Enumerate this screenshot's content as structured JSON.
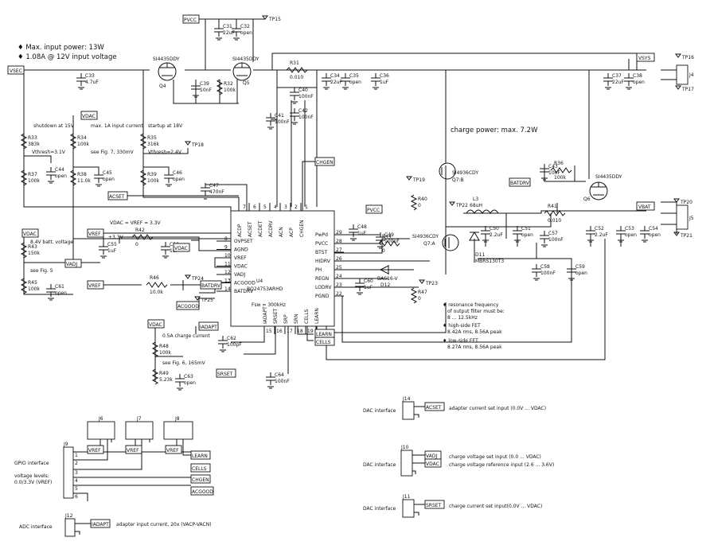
{
  "notes": {
    "input_power": "♦ Max. input power: 13W",
    "input_current": "♦ 1.08A @ 12V input voltage",
    "charge_power": "charge power: max. 7.2W",
    "shutdown": "shutdown at 15V",
    "vthresh1": "Vthresh=3.1V",
    "max_input_current": "max. 1A input current",
    "see_fig7": "see Fig. 7, 330mV",
    "startup": "startup at 18V",
    "vthresh2": "Vthresh=2.4V",
    "batt_voltage": "8.4V batt. voltage",
    "see_fig5": "see Fig. 5",
    "vdac_vref": "VDAC = VREF = 3.3V",
    "v33": "+3.3V",
    "fsw": "Fsw = 300kHz",
    "charge_current": "0.5A charge current",
    "see_fig6": "see Fig. 6, 165mV",
    "resonance1": "♦ resonance frequency",
    "resonance2": "of output filter must be:",
    "resonance3": "8 ... 12.5kHz",
    "hsfet1": "♦ high-side FET",
    "hsfet2": "8.42A rms, 8.56A peak",
    "lsfet1": "♦ low-side FET",
    "lsfet2": "8.27A rms, 8.56A peak",
    "gpio_interface": "GPIO interface",
    "voltage_levels1": "voltage levels:",
    "voltage_levels2": "0.0/3.3V (VREF)",
    "adc_interface": "ADC interface",
    "adc_desc": "adapter input current, 20x (VACP-VACN)",
    "dac1": "DAC interface",
    "dac1_desc": "adapter current set input (0.0V ... VDAC)",
    "dac2": "DAC interface",
    "dac2_desc1": "charge voltage set input (0.0 ... VDAC)",
    "dac2_desc2": "charge voltage reference input (2.6 ... 3.6V)",
    "dac3": "DAC interface",
    "dac3_desc": "charge current set input(0.0V ... VDAC)"
  },
  "ic": {
    "ref": "U4",
    "part": "BQ24753ARHD",
    "pins_left": [
      {
        "num": "8",
        "name": "OVPSET"
      },
      {
        "num": "9",
        "name": "AGND"
      },
      {
        "num": "10",
        "name": "VREF"
      },
      {
        "num": "11",
        "name": "VDAC"
      },
      {
        "num": "12",
        "name": "VADJ"
      },
      {
        "num": "13",
        "name": "ACGOOD"
      },
      {
        "num": "14",
        "name": "BATDRV"
      }
    ],
    "pins_top": [
      {
        "num": "7",
        "name": "ACDP"
      },
      {
        "num": "6",
        "name": "ACSET"
      },
      {
        "num": "5",
        "name": "ACDET"
      },
      {
        "num": "4",
        "name": "ACDRV"
      },
      {
        "num": "3",
        "name": "ACN"
      },
      {
        "num": "2",
        "name": "ACP"
      },
      {
        "num": "1",
        "name": "CHGEN"
      }
    ],
    "pins_right": [
      {
        "num": "29",
        "name": "PwPd"
      },
      {
        "num": "28",
        "name": "PVCC"
      },
      {
        "num": "27",
        "name": "BTST"
      },
      {
        "num": "26",
        "name": "HIDRV"
      },
      {
        "num": "25",
        "name": "PH"
      },
      {
        "num": "24",
        "name": "REGN"
      },
      {
        "num": "23",
        "name": "LODRV"
      },
      {
        "num": "22",
        "name": "PGND"
      }
    ],
    "pins_bottom": [
      {
        "num": "15",
        "name": "IADAPT"
      },
      {
        "num": "16",
        "name": "SRSET"
      },
      {
        "num": "17",
        "name": "SRP"
      },
      {
        "num": "18",
        "name": "SRN"
      },
      {
        "num": "19",
        "name": "CELLS"
      },
      {
        "num": "20",
        "name": "LEARN"
      },
      {
        "num": "21",
        "name": ""
      }
    ]
  },
  "nets": {
    "vsec": "VSEC",
    "pvcc": "PVCC",
    "vsys": "VSYS",
    "vdac": "VDAC",
    "vref": "VREF",
    "acset": "ACSET",
    "chgen": "CHGEN",
    "batdrv": "BATDRV",
    "acgood": "ACGOOD",
    "vadj": "VADJ",
    "iadapt": "IADAPT",
    "srset": "SRSET",
    "learn": "LEARN",
    "cells": "CELLS",
    "vbat": "VBAT"
  },
  "testpoints": [
    "TP15",
    "TP16",
    "TP17",
    "TP18",
    "TP19",
    "TP20",
    "TP21",
    "TP22",
    "TP23",
    "TP24",
    "TP25"
  ],
  "mosfets": [
    {
      "ref": "Q4",
      "part": "SI4435DDY"
    },
    {
      "ref": "Q5",
      "part": "SI4435DDY"
    },
    {
      "ref": "Q6",
      "part": "SI4435DDY"
    },
    {
      "ref": "Q7:B",
      "part": "SI4936CDY"
    },
    {
      "ref": "Q7:A",
      "part": "SI4936CDY"
    }
  ],
  "resistors": [
    {
      "ref": "R31",
      "value": "0.010"
    },
    {
      "ref": "R32",
      "value": "100k"
    },
    {
      "ref": "R33",
      "value": "383k"
    },
    {
      "ref": "R34",
      "value": "100k"
    },
    {
      "ref": "R35",
      "value": "316k"
    },
    {
      "ref": "R36",
      "value": "100k"
    },
    {
      "ref": "R37",
      "value": "100k"
    },
    {
      "ref": "R38",
      "value": "11.0k"
    },
    {
      "ref": "R39",
      "value": "100k"
    },
    {
      "ref": "R40",
      "value": "0"
    },
    {
      "ref": "R41",
      "value": "0.010"
    },
    {
      "ref": "R42",
      "value": "0"
    },
    {
      "ref": "R43",
      "value": "150k"
    },
    {
      "ref": "R44",
      "value": "0"
    },
    {
      "ref": "R45",
      "value": "100k"
    },
    {
      "ref": "R46",
      "value": "10.0k"
    },
    {
      "ref": "R47",
      "value": "0"
    },
    {
      "ref": "R48",
      "value": "100k"
    },
    {
      "ref": "R49",
      "value": "5.23k"
    }
  ],
  "capacitors": [
    {
      "ref": "C31",
      "value": "22uF"
    },
    {
      "ref": "C32",
      "value": "open"
    },
    {
      "ref": "C33",
      "value": "4.7uF"
    },
    {
      "ref": "C34",
      "value": "22uF"
    },
    {
      "ref": "C35",
      "value": "open"
    },
    {
      "ref": "C36",
      "value": "1uF"
    },
    {
      "ref": "C37",
      "value": "22uF"
    },
    {
      "ref": "C38",
      "value": "open"
    },
    {
      "ref": "C39",
      "value": "10nF"
    },
    {
      "ref": "C40",
      "value": "100nF"
    },
    {
      "ref": "C41",
      "value": "100nF"
    },
    {
      "ref": "C42",
      "value": "100nF"
    },
    {
      "ref": "C43",
      "value": "10nF"
    },
    {
      "ref": "C44",
      "value": "open"
    },
    {
      "ref": "C45",
      "value": "open"
    },
    {
      "ref": "C46",
      "value": "open"
    },
    {
      "ref": "C47",
      "value": "470nF"
    },
    {
      "ref": "C48",
      "value": "1uF"
    },
    {
      "ref": "C49",
      "value": "100nF"
    },
    {
      "ref": "C50",
      "value": "2.2uF"
    },
    {
      "ref": "C51",
      "value": "open"
    },
    {
      "ref": "C52",
      "value": "2.2uF"
    },
    {
      "ref": "C53",
      "value": "open"
    },
    {
      "ref": "C54",
      "value": "open"
    },
    {
      "ref": "C55",
      "value": "1uF"
    },
    {
      "ref": "C56",
      "value": "1uF"
    },
    {
      "ref": "C57",
      "value": "100nF"
    },
    {
      "ref": "C58",
      "value": "100nF"
    },
    {
      "ref": "C59",
      "value": "open"
    },
    {
      "ref": "C60",
      "value": "1uF"
    },
    {
      "ref": "C61",
      "value": "open"
    },
    {
      "ref": "C62",
      "value": "100pF"
    },
    {
      "ref": "C63",
      "value": "open"
    },
    {
      "ref": "C64",
      "value": "100nF"
    }
  ],
  "inductor": {
    "ref": "L3",
    "value": "68uH"
  },
  "diodes": [
    {
      "ref": "D11",
      "part": "MBRS130T3"
    },
    {
      "ref": "D12",
      "part": "BAS16-V"
    }
  ],
  "connectors": {
    "j4": "J4",
    "j5": "J5",
    "j6": "J6",
    "j7": "J7",
    "j8": "J8",
    "j9": "J9",
    "j10": "J10",
    "j11": "J11",
    "j12": "J12",
    "j14": "J14"
  }
}
